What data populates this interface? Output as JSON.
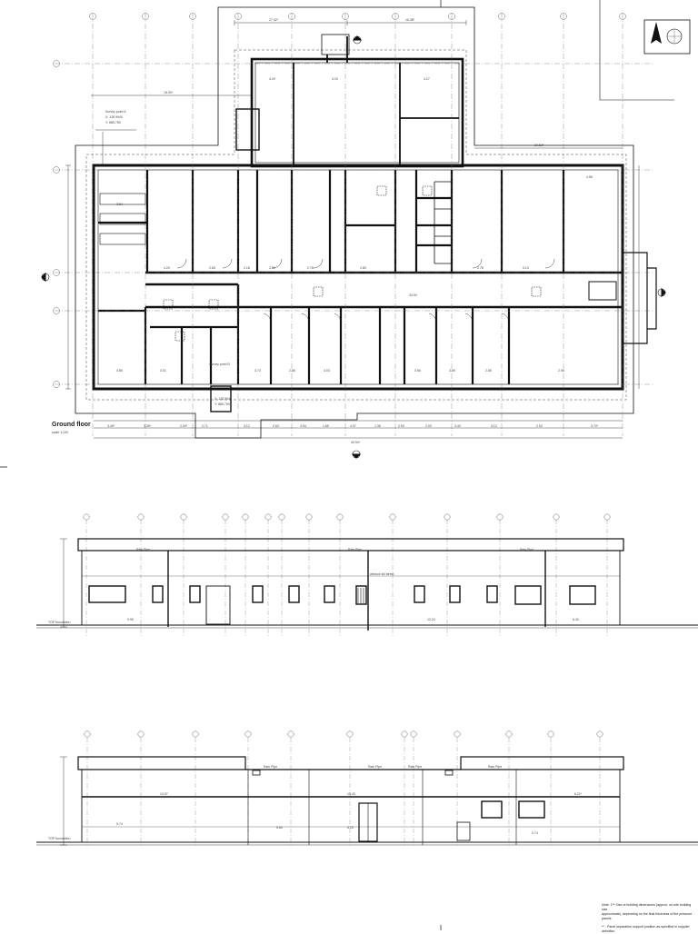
{
  "drawing": {
    "plan_title": "Ground floor",
    "plan_scale": "scale 1:100",
    "survey_point": [
      "Survey point A",
      "X: 128.9940",
      "Y: 885.750"
    ],
    "survey_point_b": [
      "Survey point B",
      "X: 128.9940",
      "Y: 885.750"
    ],
    "top_dims": [
      "27.42*",
      "16.38*"
    ],
    "left_dim": "18.30*",
    "right_dim": "30.52*",
    "bottom_total": "40.94*",
    "bottom_dims": [
      "3.49*",
      "3.39*",
      "2.00*",
      "2.71",
      "3.12",
      "2.63",
      "3.94",
      "1.65",
      "4.07",
      "1.36",
      "2.90",
      "2.00",
      "3.40",
      "3.12",
      "2.92",
      "3.70*"
    ],
    "room_codes": [
      "3.54",
      "4.20",
      "2.65",
      "2.18",
      "2.89",
      "2.78",
      "2.80",
      "2.78",
      "3.13",
      "4.56",
      "4.29",
      "3.20",
      "4.27",
      "3.85",
      "3.01",
      "3.73",
      "2.86",
      "4.03",
      "3.56",
      "3.89",
      "2.85",
      "2.99"
    ],
    "corridor_dim": "34.94",
    "rain_pipe": "Rain Pipe",
    "window_sill": "window sill street",
    "elevation_1_dims": [
      "9.95",
      "12.24",
      "6.40"
    ],
    "elevation_2_dims": [
      "10.97",
      "13.43",
      "6.21*",
      "0.74",
      "5.65",
      "5.25",
      "0.74"
    ],
    "level_label": "TOP foundation",
    "note_lines": [
      "Note: 1** Size of building dimensions (approx. on-site building size",
      "approximate), depending on the final thickness of the pressure panels",
      "** - Panel separation support position as specified in supplier definition"
    ]
  }
}
